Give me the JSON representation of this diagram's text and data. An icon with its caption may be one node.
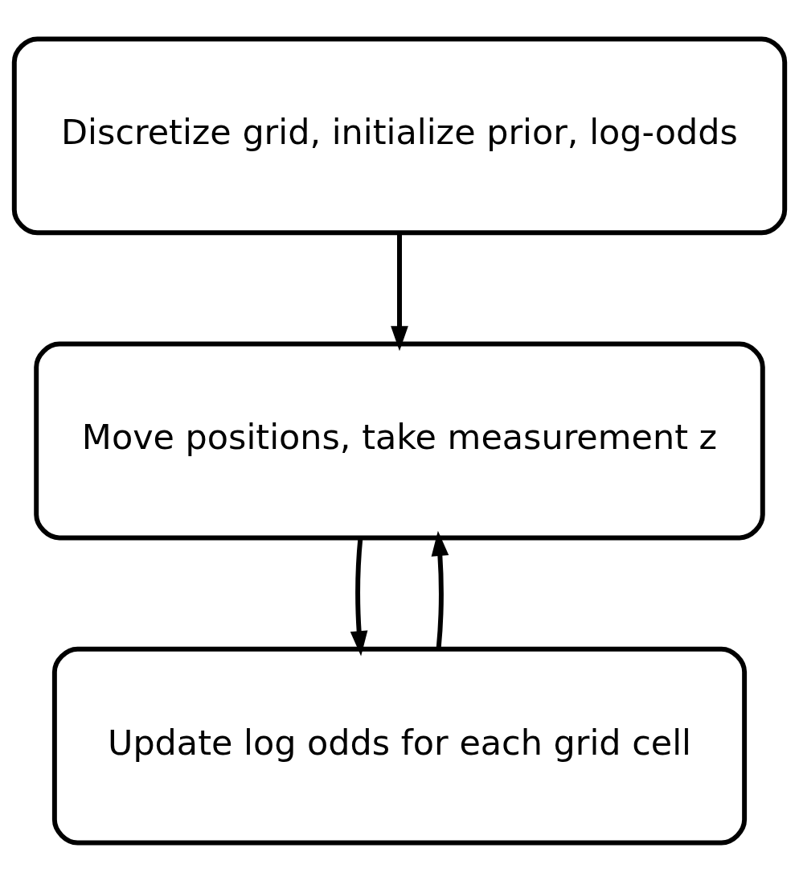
{
  "diagram": {
    "nodes": [
      {
        "text": [
          "Discretize grid, initialize prior, log-odds"
        ]
      },
      {
        "text": [
          "Move positions, take measurement z"
        ]
      },
      {
        "text": [
          "Update log odds for each grid cell"
        ]
      }
    ],
    "edges": [
      {
        "from": 0,
        "to": 1,
        "arrow": "to"
      },
      {
        "from": 1,
        "to": 2,
        "arrow": "to"
      },
      {
        "from": 2,
        "to": 1,
        "arrow": "to"
      }
    ]
  }
}
